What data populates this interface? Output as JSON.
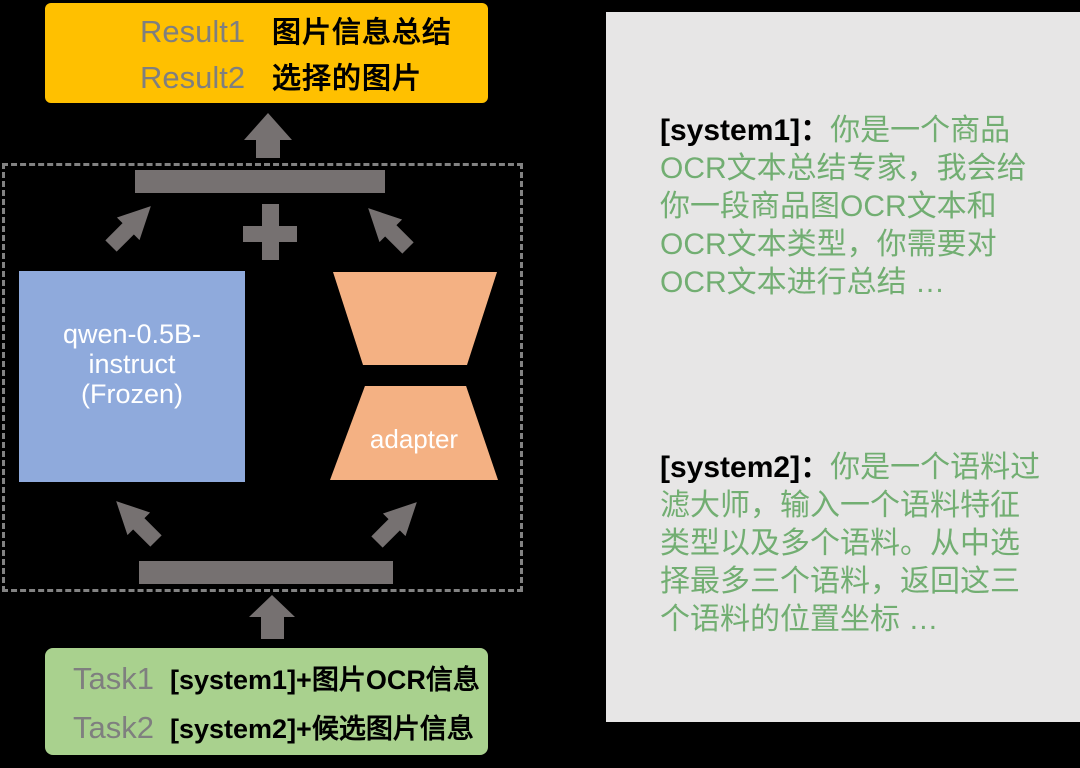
{
  "colors": {
    "background": "#000000",
    "result_box_yellow": "#FFC000",
    "task_box_green": "#A9D18E",
    "model_box_blue": "#8FAADC",
    "adapter_orange": "#F4B183",
    "shape_gray": "#767171",
    "label_gray": "#7F7F7F",
    "dashed_border_gray": "#828282",
    "panel_gray": "#E7E6E6",
    "prompt_text_green": "#72AE72",
    "prompt_tag_black": "#000000",
    "model_text_white": "#FFFFFF"
  },
  "icons": {
    "up_arrow_top": "up-arrow-icon",
    "up_arrow_bottom": "up-arrow-icon",
    "plus": "plus-icon",
    "diagonal_arrows": "diagonal-arrow-icon"
  },
  "result_box": {
    "rows": [
      {
        "label": "Result1",
        "text": "图片信息总结"
      },
      {
        "label": "Result2",
        "text": "选择的图片"
      }
    ]
  },
  "model_box": {
    "lines": [
      "qwen-0.5B-",
      "instruct",
      "(Frozen)"
    ]
  },
  "adapter": {
    "label": "adapter"
  },
  "task_box": {
    "rows": [
      {
        "label": "Task1",
        "text": "[system1]+图片OCR信息"
      },
      {
        "label": "Task2",
        "text": "[system2]+候选图片信息"
      }
    ]
  },
  "prompt_panel": {
    "blocks": [
      {
        "tag": "[system1]：",
        "body": "你是一个商品OCR文本总结专家，我会给你一段商品图OCR文本和OCR文本类型，你需要对OCR文本进行总结 …"
      },
      {
        "tag": "[system2]：",
        "body": "你是一个语料过滤大师，输入一个语料特征类型以及多个语料。从中选择最多三个语料，返回这三个语料的位置坐标 …"
      }
    ]
  }
}
